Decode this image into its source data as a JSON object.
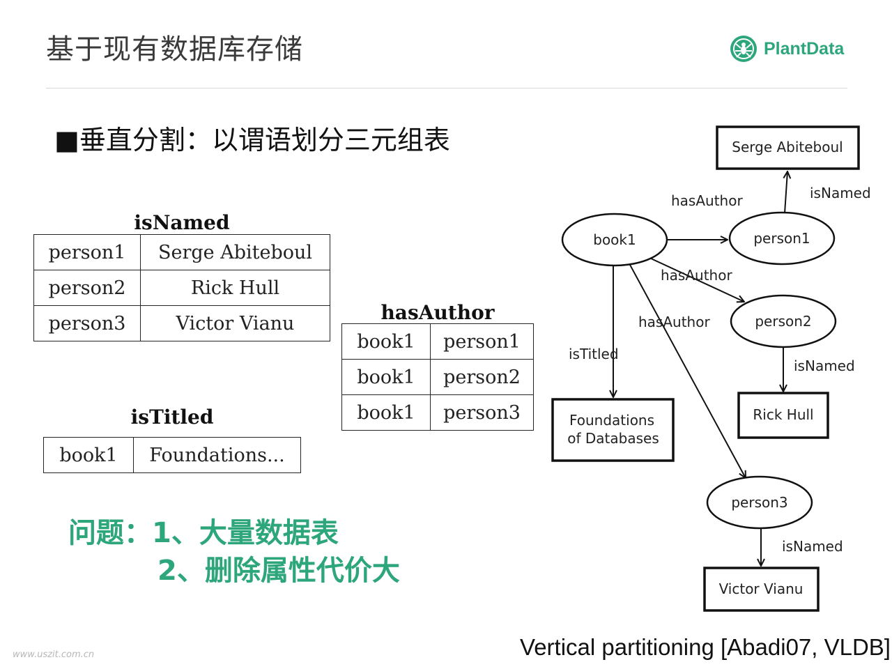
{
  "header": {
    "title": "基于现有数据库存储",
    "brand": "PlantData",
    "brand_logo_icon": "spider-icon",
    "brand_color": "#2ea67c"
  },
  "subtitle": "■垂直分割：以谓语划分三元组表",
  "tables": {
    "isNamed": {
      "caption": "isNamed",
      "rows": [
        [
          "person1",
          "Serge Abiteboul"
        ],
        [
          "person2",
          "Rick Hull"
        ],
        [
          "person3",
          "Victor Vianu"
        ]
      ]
    },
    "hasAuthor": {
      "caption": "hasAuthor",
      "rows": [
        [
          "book1",
          "person1"
        ],
        [
          "book1",
          "person2"
        ],
        [
          "book1",
          "person3"
        ]
      ]
    },
    "isTitled": {
      "caption": "isTitled",
      "rows": [
        [
          "book1",
          "Foundations..."
        ]
      ]
    }
  },
  "graph": {
    "nodes": {
      "book1": "book1",
      "person1": "person1",
      "person2": "person2",
      "person3": "person3",
      "serge": "Serge Abiteboul",
      "rick": "Rick Hull",
      "victor": "Victor Vianu",
      "foundations_line1": "Foundations",
      "foundations_line2": "of Databases"
    },
    "edges": {
      "book1_person1": "hasAuthor",
      "book1_person2": "hasAuthor",
      "book1_person3": "hasAuthor",
      "book1_foundations": "isTitled",
      "person1_serge": "isNamed",
      "person2_rick": "isNamed",
      "person3_victor": "isNamed"
    }
  },
  "issues": {
    "line1": "问题：1、大量数据表",
    "line2": "2、删除属性代价大"
  },
  "citation": "Vertical partitioning [Abadi07, VLDB]",
  "watermark": "www.uszit.com.cn"
}
